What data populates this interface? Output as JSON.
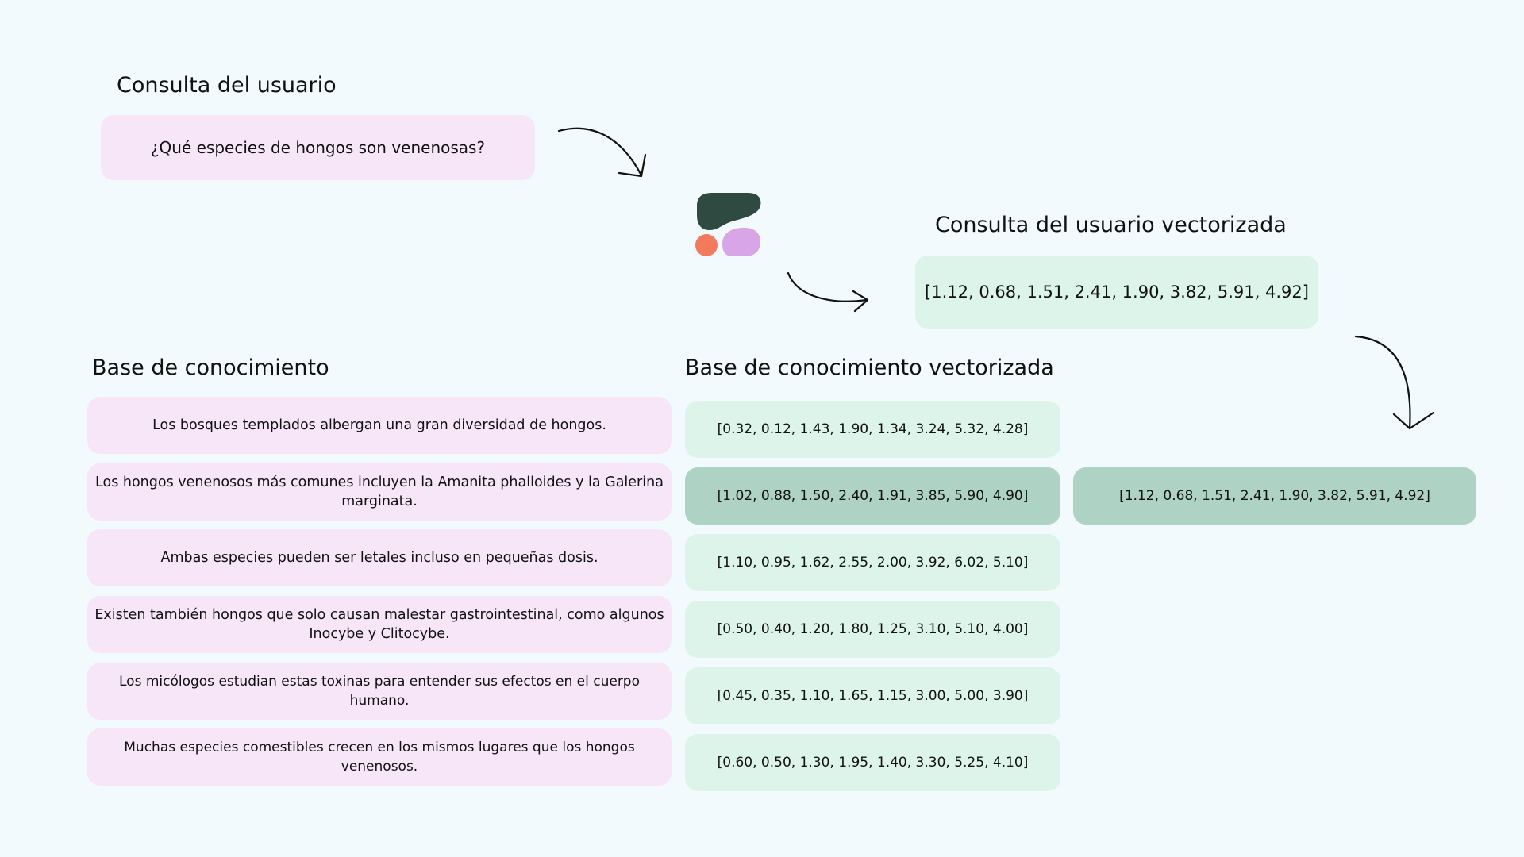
{
  "query": {
    "heading": "Consulta del usuario",
    "text": "¿Qué especies de hongos son venenosas?"
  },
  "query_vector": {
    "heading": "Consulta del usuario vectorizada",
    "value": "[1.12, 0.68, 1.51, 2.41, 1.90, 3.82, 5.91, 4.92]"
  },
  "knowledge_base": {
    "heading": "Base de conocimiento",
    "items": [
      "Los bosques templados albergan una gran diversidad de hongos.",
      "Los hongos venenosos más comunes incluyen la Amanita phalloides y la Galerina marginata.",
      "Ambas especies pueden ser letales incluso en pequeñas dosis.",
      "Existen también hongos que solo causan malestar gastrointestinal, como algunos Inocybe y Clitocybe.",
      "Los micólogos estudian estas toxinas para entender sus efectos en el cuerpo humano.",
      "Muchas especies comestibles crecen en los mismos lugares que los hongos venenosos."
    ]
  },
  "vectorized_kb": {
    "heading": "Base de conocimiento vectorizada",
    "items": [
      "[0.32, 0.12, 1.43, 1.90, 1.34, 3.24, 5.32, 4.28]",
      "[1.02, 0.88, 1.50, 2.40, 1.91, 3.85, 5.90, 4.90]",
      "[1.10, 0.95, 1.62, 2.55, 2.00, 3.92, 6.02, 5.10]",
      "[0.50, 0.40, 1.20, 1.80, 1.25, 3.10, 5.10, 4.00]",
      "[0.45, 0.35, 1.10, 1.65, 1.15, 3.00, 5.00, 3.90]",
      "[0.60, 0.50, 1.30, 1.95, 1.40, 3.30, 5.25, 4.10]"
    ],
    "highlighted_index": 1
  },
  "match": {
    "value": "[1.12, 0.68, 1.51, 2.41, 1.90, 3.82, 5.91, 4.92]"
  },
  "colors": {
    "background": "#f3fafd",
    "pink_box": "#f6e6f8",
    "mint_box": "#dcf4ea",
    "highlight_box": "#aed3c5",
    "logo_dark": "#2f4a40",
    "logo_orange": "#f47a5e",
    "logo_purple": "#d8a6e6"
  },
  "icons": [
    "embedding-model-logo",
    "curved-arrow-icon"
  ]
}
